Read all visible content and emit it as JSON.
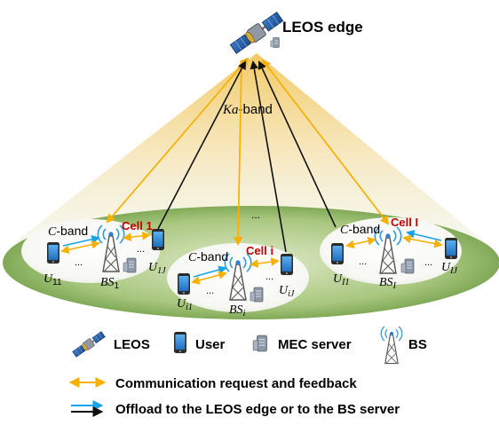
{
  "satellite": {
    "label": "LEOS edge"
  },
  "band_top": {
    "prefix": "Ka",
    "suffix": "-band"
  },
  "ellipsis": "...",
  "cells": [
    {
      "title": "Cell 1",
      "band_prefix": "C",
      "band_suffix": "-band",
      "bs_main": "BS",
      "bs_sub": "1",
      "user_left_main": "U",
      "user_left_sub": "11",
      "user_right_main": "U",
      "user_right_sub": "1J"
    },
    {
      "title": "Cell i",
      "band_prefix": "C",
      "band_suffix": "-band",
      "bs_main": "BS",
      "bs_sub": "i",
      "user_left_main": "U",
      "user_left_sub": "i1",
      "user_right_main": "U",
      "user_right_sub": "iJ"
    },
    {
      "title": "Cell I",
      "band_prefix": "C",
      "band_suffix": "-band",
      "bs_main": "BS",
      "bs_sub": "I",
      "user_left_main": "U",
      "user_left_sub": "I1",
      "user_right_main": "U",
      "user_right_sub": "IJ"
    }
  ],
  "legend": {
    "leos": "LEOS",
    "user": "User",
    "mec": "MEC server",
    "bs": "BS",
    "comm": "Communication request and feedback",
    "offload": "Offload to the LEOS edge or to the BS server"
  },
  "colors": {
    "cell_title": "#c00000",
    "orange_arrow": "#f5b000",
    "blue_arrow": "#1aa3e8",
    "black_arrow": "#111111",
    "ground": "#7fae5a",
    "beam": "#f6d27a"
  }
}
